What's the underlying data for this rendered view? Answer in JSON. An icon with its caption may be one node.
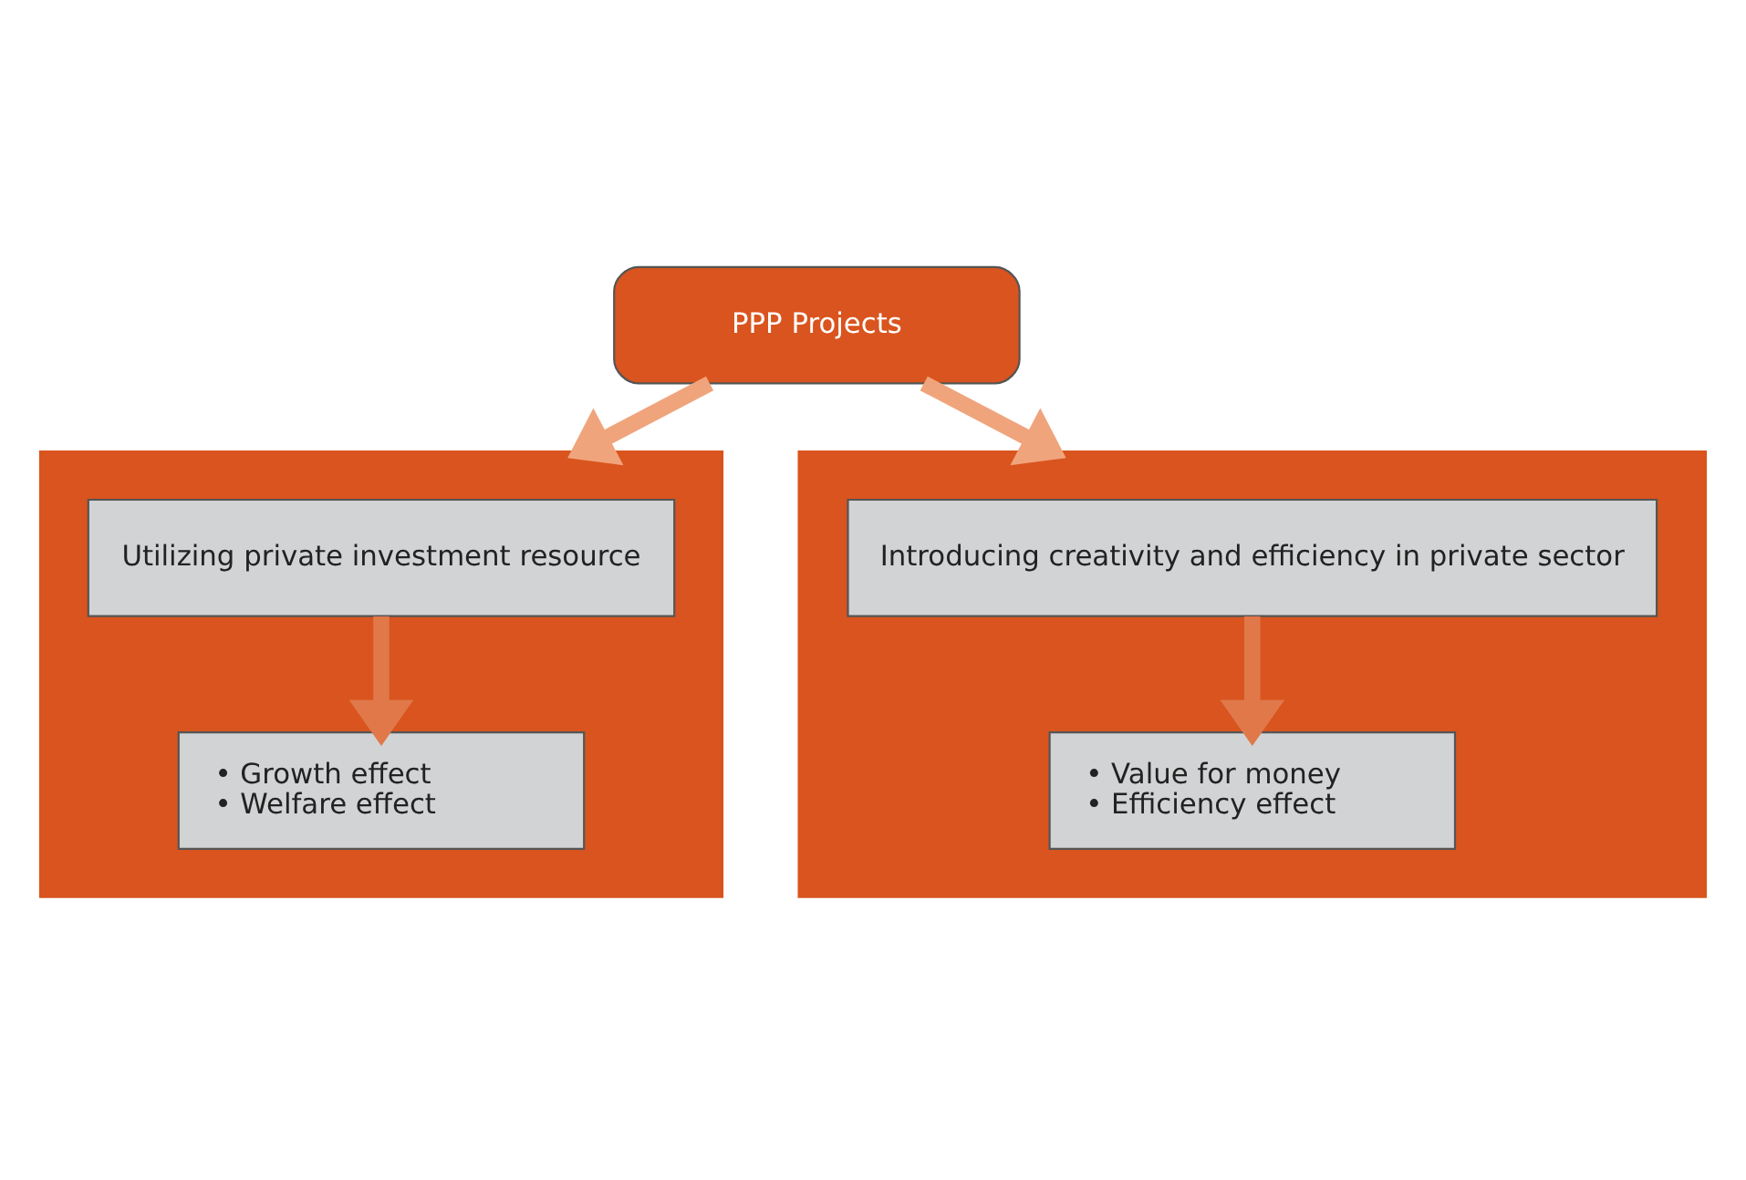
{
  "diagram": {
    "nodes": [
      {
        "text": [
          "PPP Projects"
        ]
      },
      {
        "text": [],
        "shape": "box"
      },
      {
        "text": [
          "Utilizing private investment resource"
        ],
        "in": 1
      },
      {
        "text": [
          "• Growth effect",
          "• Welfare effect"
        ],
        "in": 1
      },
      {
        "text": [],
        "shape": "box"
      },
      {
        "text": [
          "Introducing creativity and efficiency in private sector"
        ],
        "in": 4
      },
      {
        "text": [
          "• Value for money",
          "• Efficiency effect"
        ],
        "in": 4
      }
    ],
    "edges": [
      {
        "from": 0,
        "to": 1,
        "arrow": "to",
        "color": "#f0a47c"
      },
      {
        "from": 0,
        "to": 4,
        "arrow": "to",
        "color": "#f0a47c"
      },
      {
        "from": 2,
        "to": 3,
        "arrow": "to",
        "color": "#e0784a"
      },
      {
        "from": 5,
        "to": 6,
        "arrow": "to",
        "color": "#e0784a"
      }
    ]
  }
}
